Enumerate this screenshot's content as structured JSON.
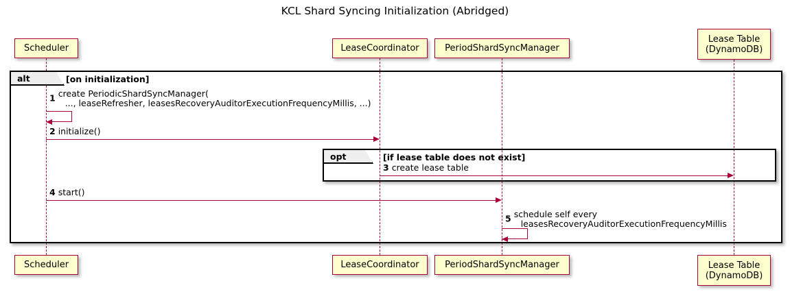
{
  "title": "KCL Shard Syncing Initialization (Abridged)",
  "colors": {
    "participant_fill": "#FEFECE",
    "participant_border": "#A80036",
    "arrow": "#A80036",
    "fragment_border": "#000000",
    "fragment_tab_fill": "#EEEEEE",
    "background": "#FFFFFF"
  },
  "participants": [
    {
      "id": "scheduler",
      "label": "Scheduler"
    },
    {
      "id": "lease-coordinator",
      "label": "LeaseCoordinator"
    },
    {
      "id": "period-shard-sync-manager",
      "label": "PeriodShardSyncManager"
    },
    {
      "id": "lease-table",
      "label": "Lease Table\n(DynamoDB)"
    }
  ],
  "fragments": [
    {
      "id": "alt",
      "operator": "alt",
      "guard": "[on initialization]"
    },
    {
      "id": "opt",
      "operator": "opt",
      "guard": "[if lease table does not exist]"
    }
  ],
  "messages": [
    {
      "number": "1",
      "from": "scheduler",
      "to": "scheduler",
      "kind": "self",
      "text_line1": "create PeriodicShardSyncManager(",
      "text_line2": "..., leaseRefresher, leasesRecoveryAuditorExecutionFrequencyMillis, ...)"
    },
    {
      "number": "2",
      "from": "scheduler",
      "to": "lease-coordinator",
      "kind": "sync",
      "text_line1": "initialize()",
      "text_line2": ""
    },
    {
      "number": "3",
      "from": "lease-coordinator",
      "to": "lease-table",
      "kind": "sync",
      "text_line1": "create lease table",
      "text_line2": ""
    },
    {
      "number": "4",
      "from": "scheduler",
      "to": "period-shard-sync-manager",
      "kind": "sync",
      "text_line1": "start()",
      "text_line2": ""
    },
    {
      "number": "5",
      "from": "period-shard-sync-manager",
      "to": "period-shard-sync-manager",
      "kind": "self",
      "text_line1": "schedule self every",
      "text_line2": "leasesRecoveryAuditorExecutionFrequencyMillis"
    }
  ]
}
